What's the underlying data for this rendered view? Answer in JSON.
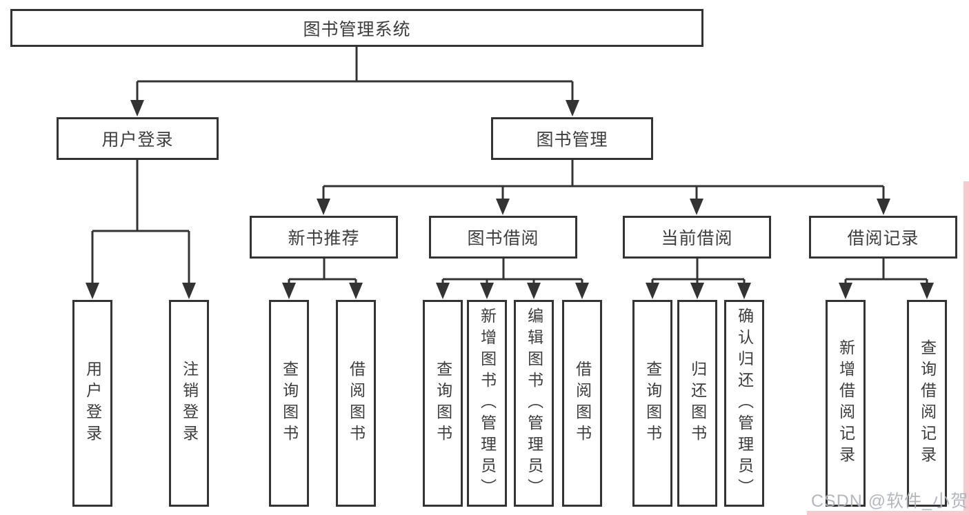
{
  "diagram": {
    "title": "图书管理系统",
    "tree": {
      "label": "图书管理系统",
      "children": [
        {
          "label": "用户登录",
          "children": [
            {
              "label": "用户登录"
            },
            {
              "label": "注销登录"
            }
          ]
        },
        {
          "label": "图书管理",
          "children": [
            {
              "label": "新书推荐",
              "children": [
                {
                  "label": "查询图书"
                },
                {
                  "label": "借阅图书"
                }
              ]
            },
            {
              "label": "图书借阅",
              "children": [
                {
                  "label": "查询图书"
                },
                {
                  "label": "新增图书（管理员）"
                },
                {
                  "label": "编辑图书（管理员）"
                },
                {
                  "label": "借阅图书"
                }
              ]
            },
            {
              "label": "当前借阅",
              "children": [
                {
                  "label": "查询图书"
                },
                {
                  "label": "归还图书"
                },
                {
                  "label": "确认归还（管理员）"
                }
              ]
            },
            {
              "label": "借阅记录",
              "children": [
                {
                  "label": "新增借阅记录"
                },
                {
                  "label": "查询借阅记录"
                }
              ]
            }
          ]
        }
      ]
    }
  },
  "watermark": {
    "text": "CSDN @软件_小贺同学"
  },
  "colors": {
    "line": "#333333",
    "box_border": "#333333",
    "box_fill": "#ffffff",
    "text": "#3d3d3d",
    "watermark_text": "#acb1b8",
    "accent_pink": "#f5c9ce",
    "background": "#ffffff"
  }
}
